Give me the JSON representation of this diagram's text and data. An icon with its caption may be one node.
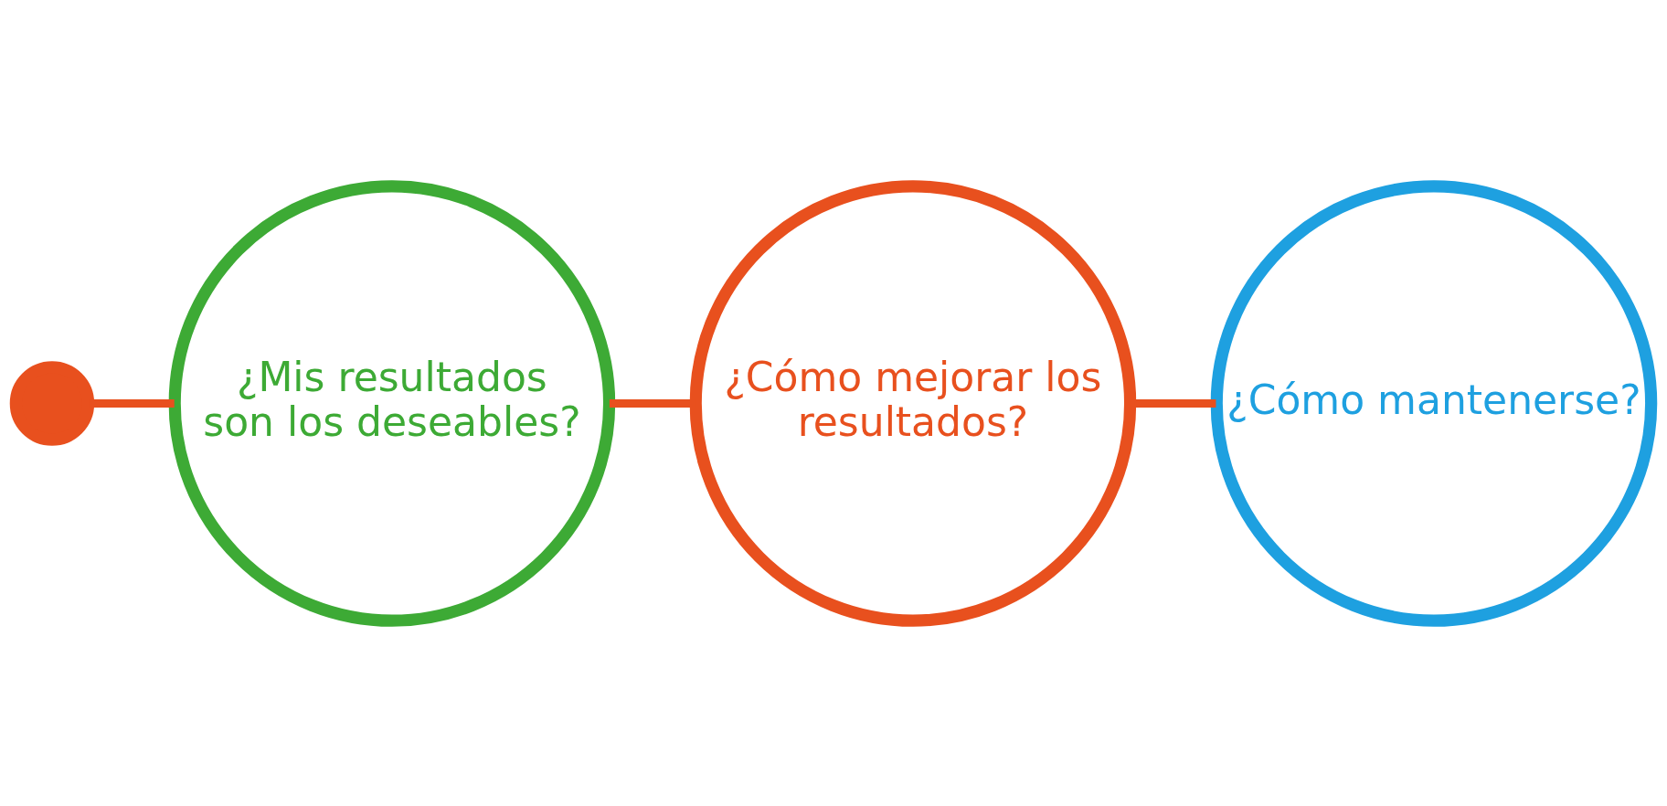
{
  "diagram": {
    "nodes": [
      {
        "text": [],
        "shape": "circle"
      },
      {
        "text": [
          "¿Mis resultados son los deseables?"
        ]
      },
      {
        "text": [
          "¿Cómo mejorar los resultados?"
        ]
      },
      {
        "text": [
          "¿Cómo mantenerse?"
        ]
      }
    ],
    "edges": [
      {
        "from": 0,
        "to": 1,
        "arrow": "none"
      },
      {
        "from": 1,
        "to": 2,
        "arrow": "none"
      },
      {
        "from": 2,
        "to": 3,
        "arrow": "none"
      }
    ]
  }
}
